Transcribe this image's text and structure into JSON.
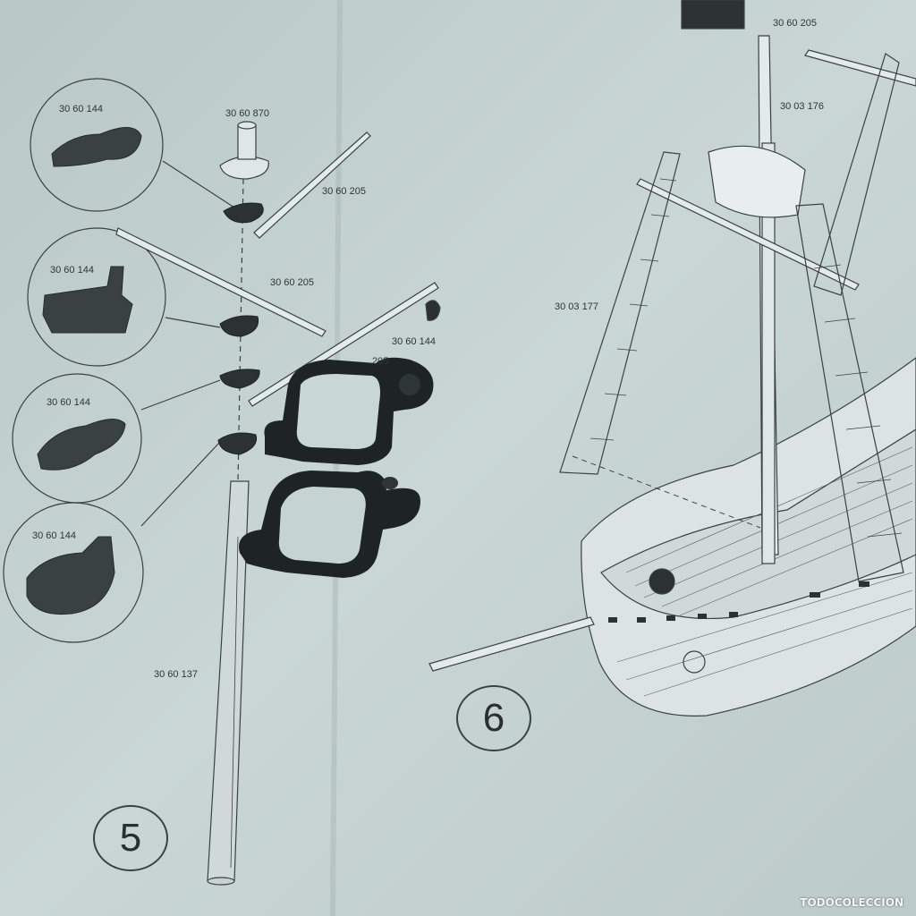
{
  "labels": {
    "a1": "30 60 144",
    "a2": "30 60 870",
    "a3": "30 60 205",
    "a4": "30 60 144",
    "a5": "30 60 205",
    "a6": "30 60 144",
    "a7": "205",
    "a8": "30 60 144",
    "a9": "30 60 144",
    "a10": "30 60 137",
    "b1": "30 60 205",
    "b2": "30 03 176",
    "b3": "30 03 177"
  },
  "steps": {
    "left": "5",
    "right": "6"
  },
  "watermark": "TODOCOLECCION",
  "colors": {
    "paper": "#c4d2d0",
    "ink": "#2e3534",
    "plastic_part": "#1e2424"
  }
}
